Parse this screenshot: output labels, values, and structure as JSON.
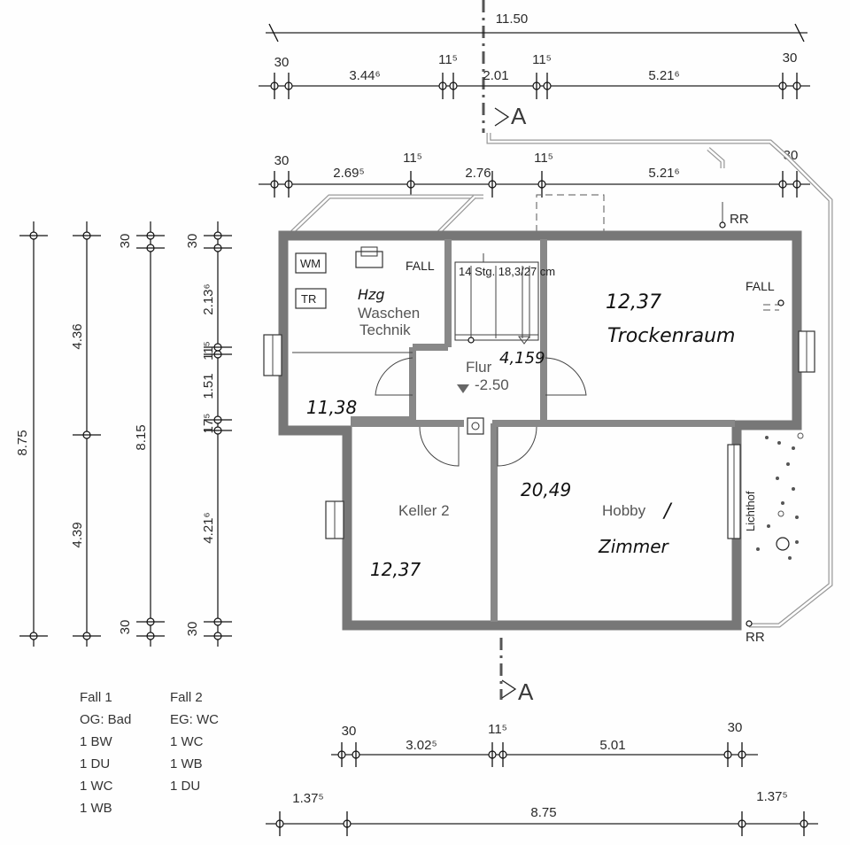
{
  "dimensions": {
    "top_total": "11.50",
    "row1": [
      "30",
      "3.44⁶",
      "11⁵",
      "2.01",
      "11⁵",
      "5.21⁶",
      "30"
    ],
    "row2": [
      "30",
      "2.69⁵",
      "11⁵",
      "2.76",
      "11⁵",
      "5.21⁶",
      "30"
    ],
    "bottom_row1": [
      "30",
      "3.02⁵",
      "11⁵",
      "5.01",
      "30"
    ],
    "bottom_row2": [
      "1.37⁵",
      "8.75",
      "1.37⁵"
    ],
    "left_col1": "8.75",
    "left_col2": [
      "4.36",
      "4.39"
    ],
    "left_col3": [
      "30",
      "8.15",
      "30"
    ],
    "left_col4": [
      "30",
      "2.13⁶",
      "11⁵",
      "1.51",
      "17⁵",
      "4.21⁶",
      "30"
    ]
  },
  "section_marks": {
    "top": "A",
    "bottom": "A"
  },
  "fixtures": {
    "wm": "WM",
    "tr": "TR",
    "fall_top": "FALL",
    "fall_right": "FALL",
    "rr_top": "RR",
    "rr_bottom": "RR",
    "stairs": "14 Stg. 18,3/27 cm",
    "lichthof": "Lichthof"
  },
  "rooms": {
    "waschen": "Waschen",
    "technik": "Technik",
    "waschen_hand": "Hzg",
    "waschen_area": "11,38",
    "flur": "Flur",
    "flur_level": "-2.50",
    "flur_area": "4,159",
    "trocken_area": "12,37",
    "trocken_name": "Trockenraum",
    "keller": "Keller 2",
    "keller_area": "12,37",
    "hobby": "Hobby",
    "hobby_slash": "/",
    "hobby_alt": "Zimmer",
    "hobby_area": "20,49"
  },
  "legend": {
    "fall1": [
      "Fall 1",
      "OG: Bad",
      "1 BW",
      "1 DU",
      "1 WC",
      "1 WB"
    ],
    "fall2": [
      "Fall 2",
      "EG: WC",
      "1 WC",
      "1 WB",
      "1 DU"
    ]
  }
}
